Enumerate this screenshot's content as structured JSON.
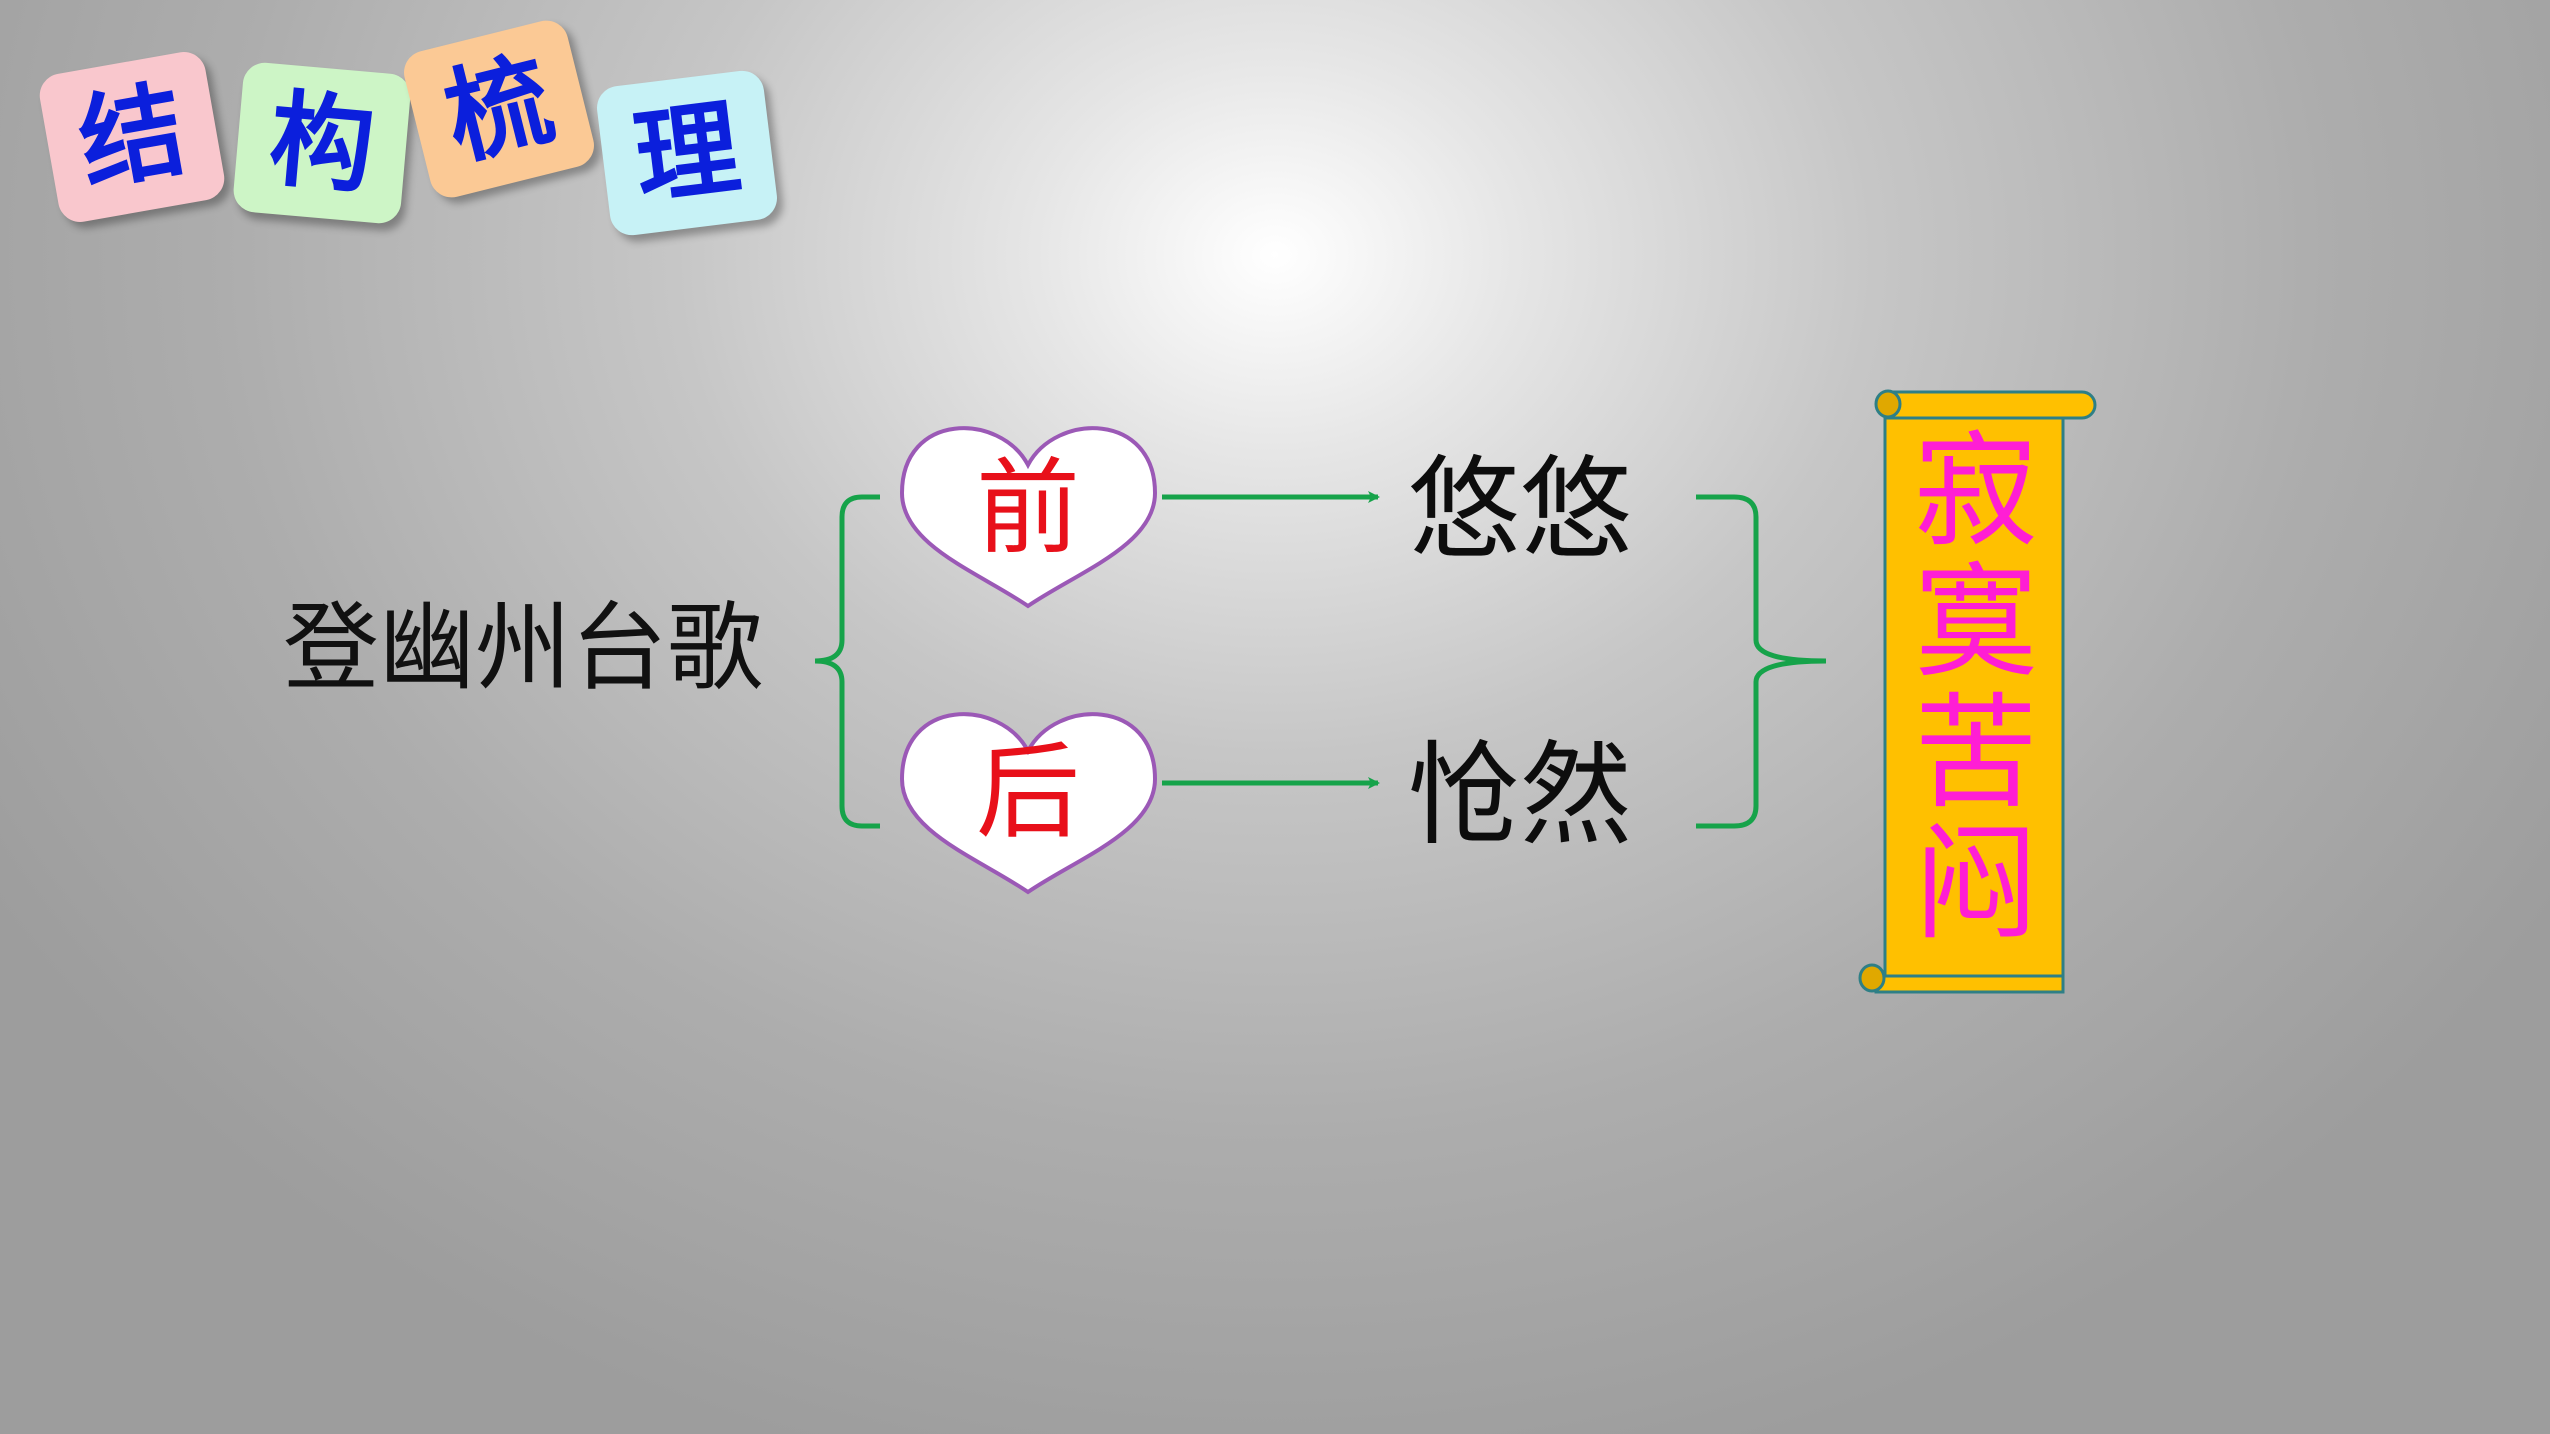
{
  "header_tiles": [
    "结",
    "构",
    "梳",
    "理"
  ],
  "title": "登幽州台歌",
  "branches": [
    {
      "heart": "前",
      "word": "悠悠"
    },
    {
      "heart": "后",
      "word": "怆然"
    }
  ],
  "conclusion": [
    "寂",
    "寞",
    "苦",
    "闷"
  ],
  "colors": {
    "tile_text": "#0b1fdc",
    "heart_text": "#e8101a",
    "heart_border": "#9b59b6",
    "bracket": "#16a34a",
    "scroll_fill": "#ffc000",
    "scroll_text": "#ff1ed4"
  }
}
